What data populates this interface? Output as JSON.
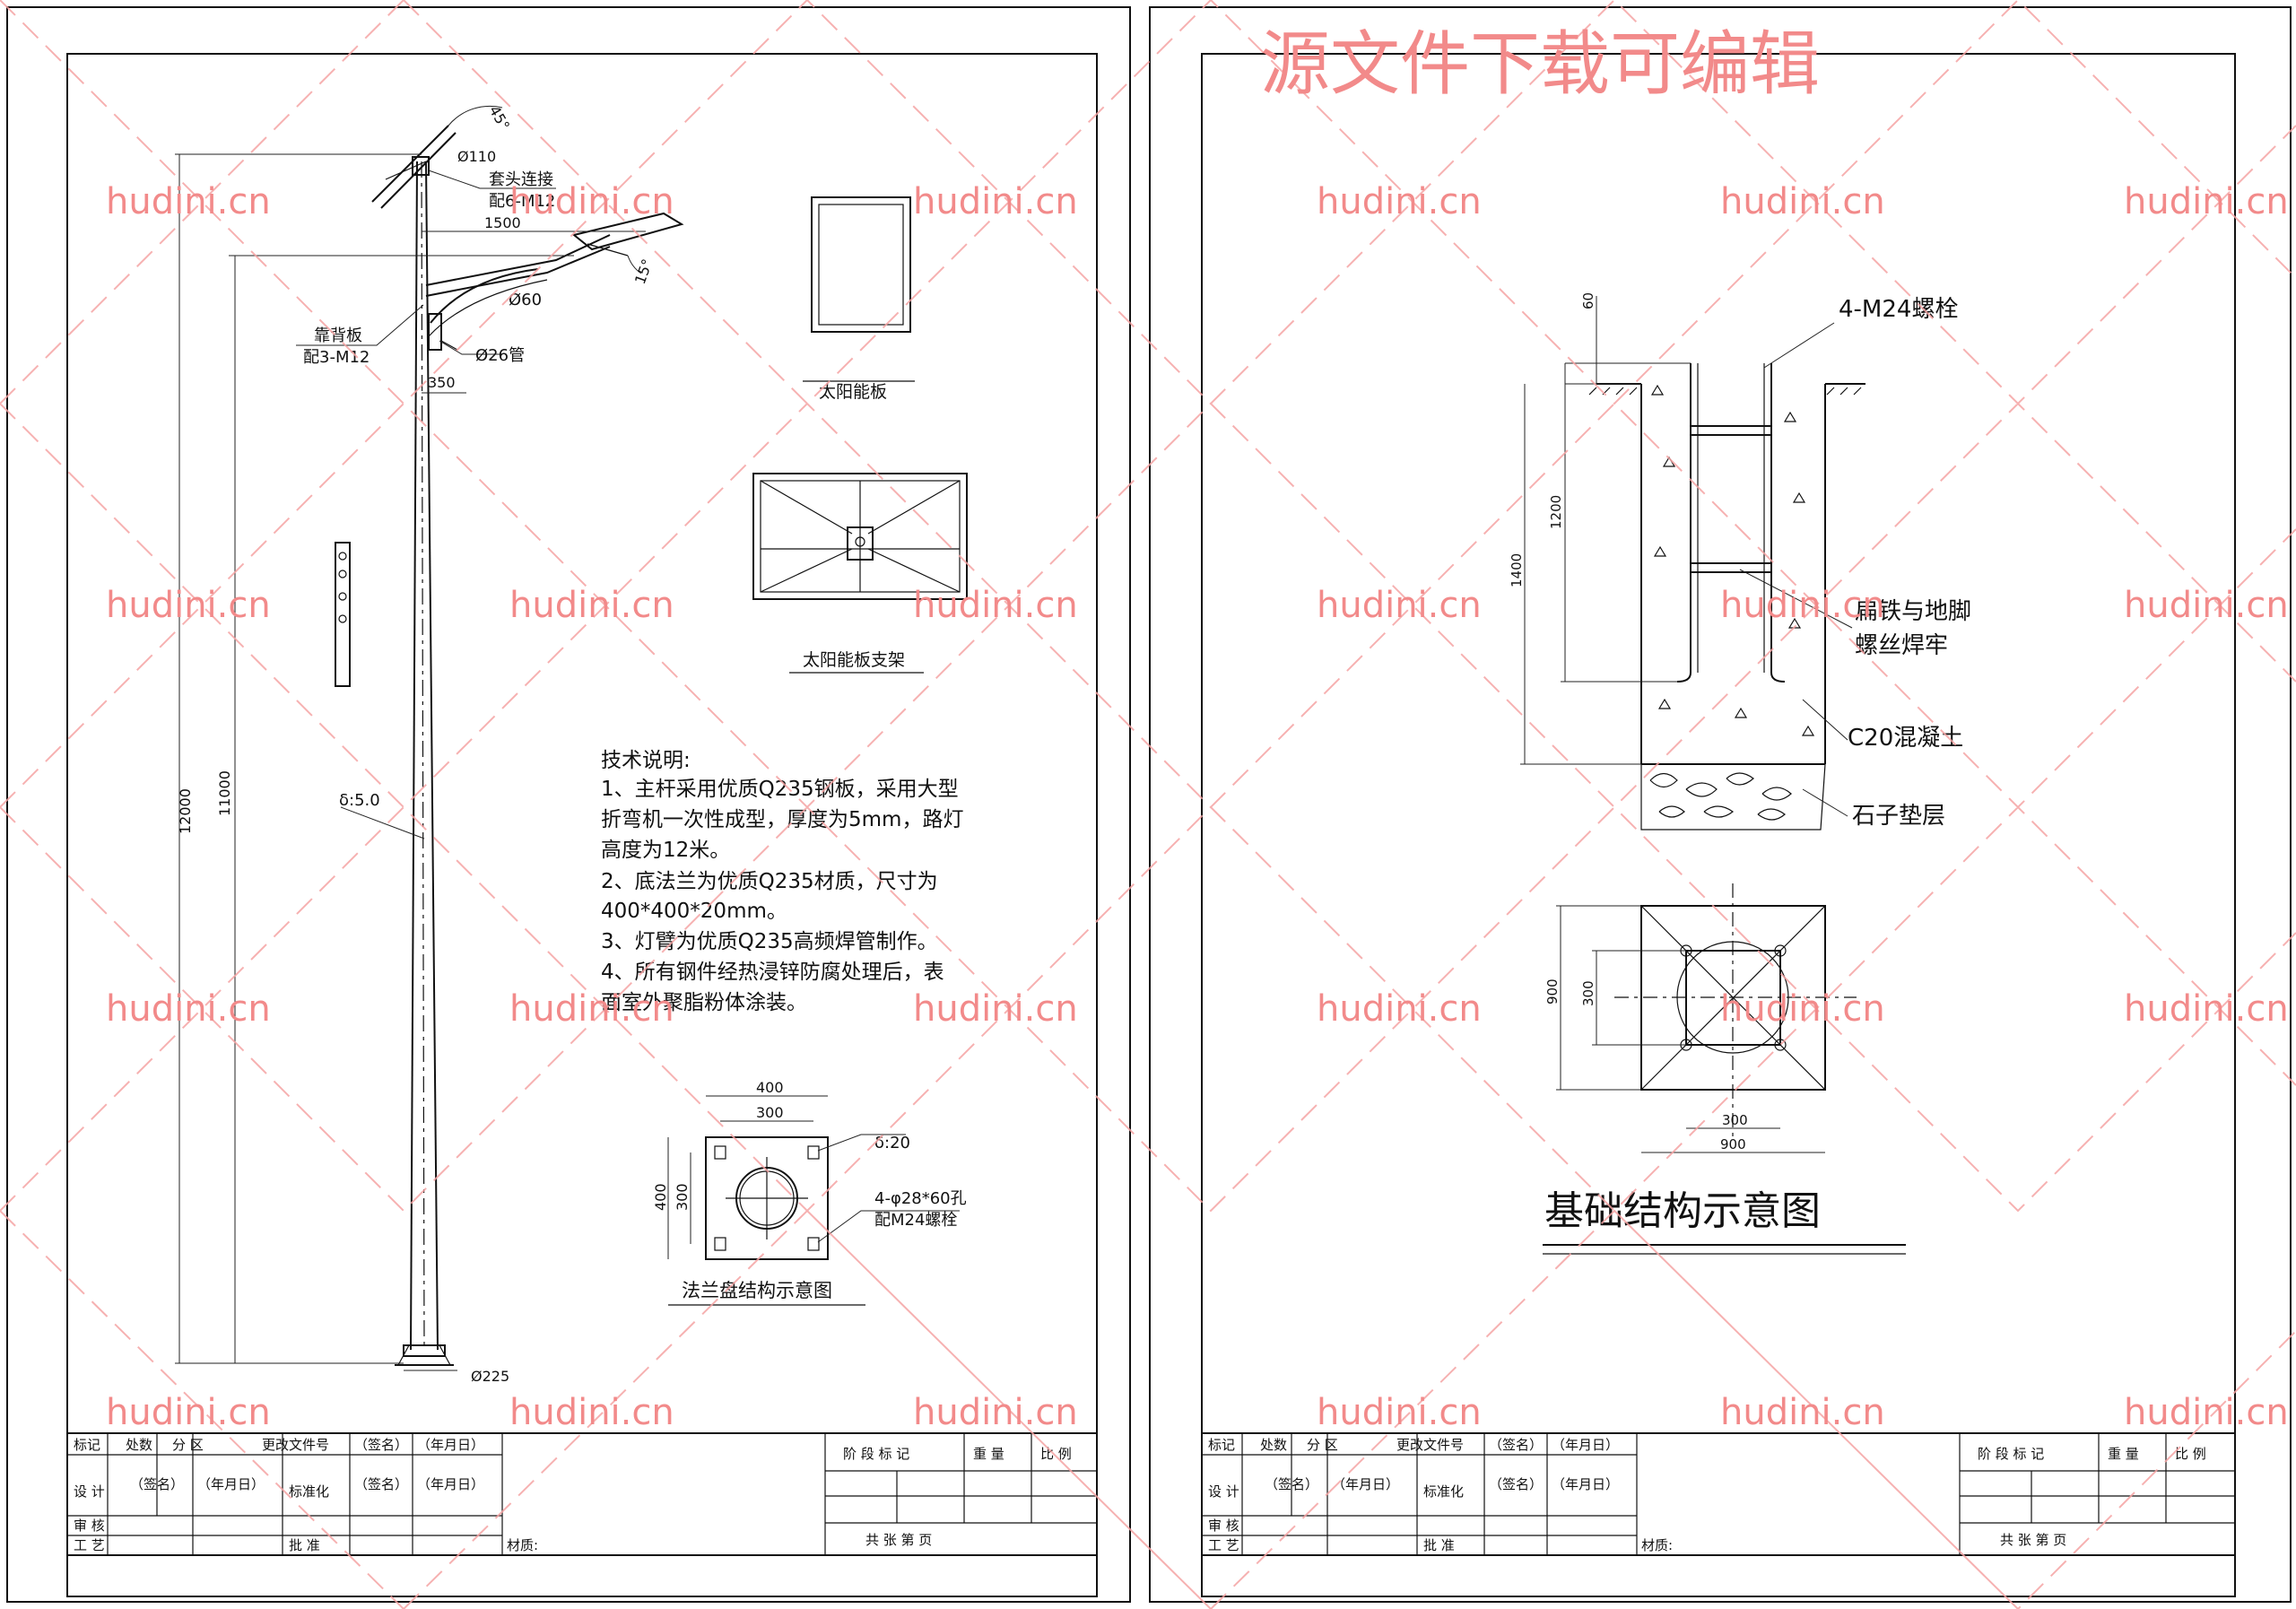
{
  "banner": "源文件下载可编辑",
  "watermark": "hudini.cn",
  "colors": {
    "watermark": "#f28a8a",
    "ink": "#111111"
  },
  "left_sheet": {
    "pole_labels": {
      "angle_top": "45°",
      "dia_top": "Ø110",
      "sleeve_conn": "套头连接",
      "sleeve_bolts": "配6-M12",
      "arm_len": "1500",
      "angle_lamp": "15°",
      "arm_dia": "Ø60",
      "back_plate": "靠背板",
      "back_bolts": "配3-M12",
      "brace_pipe": "Ø26管",
      "brace_len": "350",
      "height_total": "12000",
      "height_lamp": "11000",
      "wall_thk": "δ:5.0",
      "base_dia": "Ø225"
    },
    "panel_label": "太阳能板",
    "bracket_label": "太阳能板支架",
    "tech_title": "技术说明:",
    "tech_lines": [
      "1、主杆采用优质Q235钢板，采用大型",
      "折弯机一次性成型，厚度为5mm，路灯",
      "高度为12米。",
      "2、底法兰为优质Q235材质，尺寸为",
      "400*400*20mm。",
      "3、灯臂为优质Q235高频焊管制作。",
      "4、所有钢件经热浸锌防腐处理后，表",
      "面室外聚脂粉体涂装。"
    ],
    "flange": {
      "dim_outer": "400",
      "dim_inner": "300",
      "dim_outer_v": "400",
      "dim_inner_v": "300",
      "thickness": "δ:20",
      "holes": "4-φ28*60孔",
      "bolts": "配M24螺栓",
      "title": "法兰盘结构示意图"
    }
  },
  "right_sheet": {
    "bolts_label": "4-M24螺栓",
    "dim_60": "60",
    "dim_1200": "1200",
    "dim_1400": "1400",
    "weld_line1": "扁铁与地脚",
    "weld_line2": "螺丝焊牢",
    "concrete": "C20混凝土",
    "gravel": "石子垫层",
    "plan": {
      "dim_900_v": "900",
      "dim_300_v": "300",
      "dim_300_h": "300",
      "dim_900_h": "900"
    },
    "title": "基础结构示意图"
  },
  "title_block": {
    "mark": "标记",
    "count": "处数",
    "zone": "分 区",
    "change_doc": "更改文件号",
    "sign": "（签名）",
    "date": "（年月日）",
    "design": "设 计",
    "standard": "标准化",
    "review": "审 核",
    "process": "工 艺",
    "approve": "批 准",
    "material": "材质:",
    "stage_mark": "阶 段 标 记",
    "weight": "重 量",
    "scale": "比 例",
    "sheets": "共    张    第    页"
  }
}
